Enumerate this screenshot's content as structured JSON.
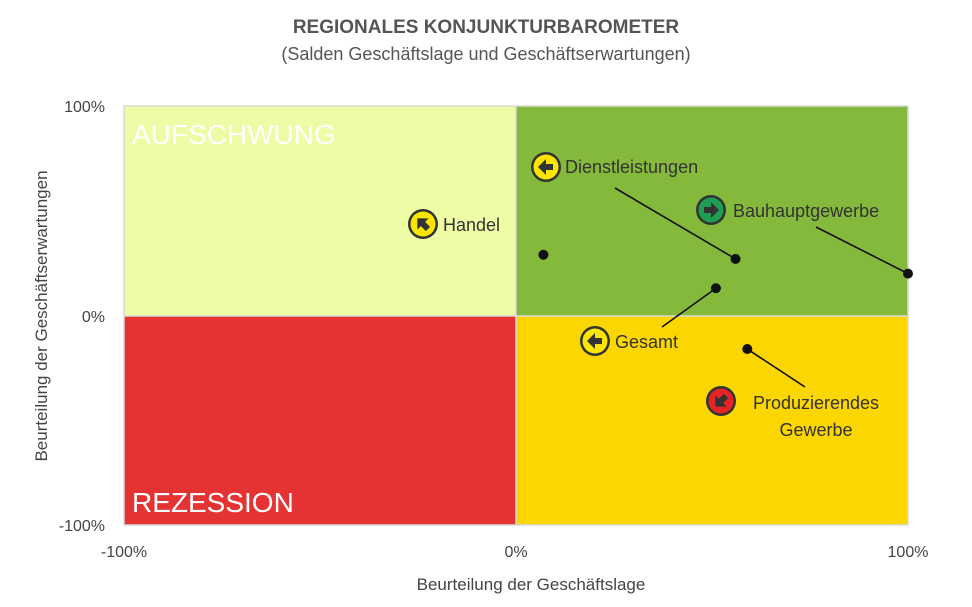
{
  "chart_data": {
    "type": "scatter",
    "title": "REGIONALES KONJUNKTURBAROMETER",
    "subtitle": "(Salden Geschäftslage und Geschäftserwartungen)",
    "xlabel": "Beurteilung der Geschäftslage",
    "ylabel": "Beurteilung der Geschäftserwartungen",
    "xlim": [
      -100,
      100
    ],
    "ylim": [
      -100,
      100
    ],
    "x_ticks": [
      "-100%",
      "0%",
      "100%"
    ],
    "y_ticks": [
      "100%",
      "0%",
      "-100%"
    ],
    "quadrants": {
      "top_left": {
        "label": "AUFSCHWUNG",
        "color": "#eefca6"
      },
      "top_right": {
        "label": "",
        "color": "#84b93c"
      },
      "bottom_left": {
        "label": "REZESSION",
        "color": "#e53232"
      },
      "bottom_right": {
        "label": "",
        "color": "#fcd600"
      }
    },
    "points": [
      {
        "name": "Dienstleistungen",
        "x": 56,
        "y": 27,
        "icon": "arrow-left-icon",
        "icon_color": "#fce500"
      },
      {
        "name": "Bauhauptgewerbe",
        "x": 100,
        "y": 20,
        "icon": "arrow-right-icon",
        "icon_color": "#1e9e52"
      },
      {
        "name": "Handel",
        "x": 7,
        "y": 29,
        "icon": "arrow-up-left-icon",
        "icon_color": "#fce500"
      },
      {
        "name": "Gesamt",
        "x": 51,
        "y": 13,
        "icon": "arrow-left-icon",
        "icon_color": "#fce500"
      },
      {
        "name": "Produzierendes Gewerbe",
        "x": 59,
        "y": -16,
        "icon": "arrow-down-left-icon",
        "icon_color": "#e52525"
      }
    ]
  }
}
